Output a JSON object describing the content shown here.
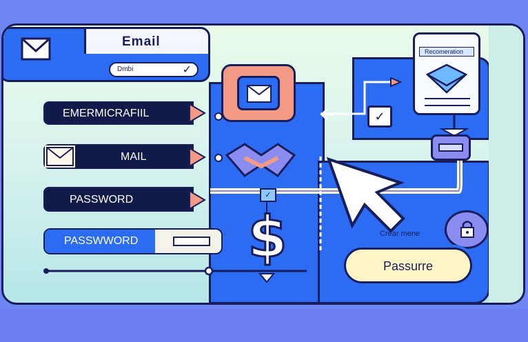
{
  "colors": {
    "background": "#6d86f2",
    "panel": "#2c6cf2",
    "navy": "#1a1d5c",
    "coral": "#f29a86",
    "lavender": "#8b8cf0"
  },
  "email_card": {
    "title": "Email",
    "field_value": "Dmbi"
  },
  "fields": [
    {
      "label": "EMERMICRAFIIL"
    },
    {
      "label": "MAIL"
    },
    {
      "label": "PASSWORD"
    },
    {
      "label": "PASSWWORD"
    }
  ],
  "phone": {
    "header": "Recomeration"
  },
  "lock": {
    "caption": "Crear mene"
  },
  "submit": {
    "label": "Passurre"
  },
  "icons": [
    "envelope-icon",
    "check-icon",
    "lock-icon",
    "dollar-icon",
    "cursor-icon",
    "chevron-icon"
  ]
}
